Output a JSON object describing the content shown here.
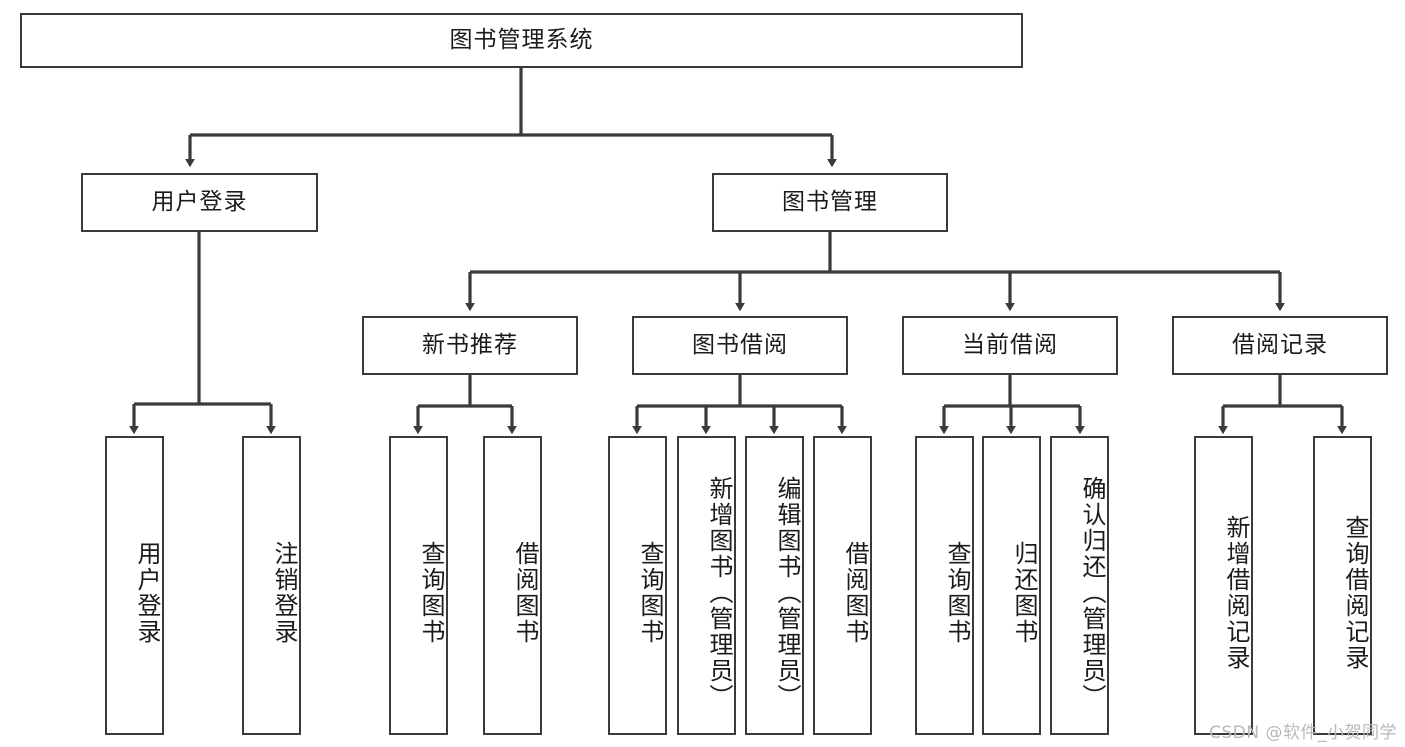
{
  "diagram": {
    "type": "tree-hierarchy",
    "title": "图书管理系统",
    "watermark": "CSDN @软件_小贺同学",
    "colors": {
      "box_border": "#3a3a3a",
      "box_fill": "#ffffff",
      "connector": "#3a3a3a",
      "text": "#1b1b1b",
      "watermark": "#b9b9b9"
    },
    "root": {
      "label": "图书管理系统"
    },
    "level2": [
      {
        "label": "用户登录"
      },
      {
        "label": "图书管理"
      }
    ],
    "level3": [
      {
        "label": "新书推荐"
      },
      {
        "label": "图书借阅"
      },
      {
        "label": "当前借阅"
      },
      {
        "label": "借阅记录"
      }
    ],
    "leaves": {
      "user_login": [
        {
          "label": "用户登录"
        },
        {
          "label": "注销登录"
        }
      ],
      "new_book_recommend": [
        {
          "label": "查询图书"
        },
        {
          "label": "借阅图书"
        }
      ],
      "book_borrow": [
        {
          "label": "查询图书"
        },
        {
          "label": "新增图书（管理员）"
        },
        {
          "label": "编辑图书（管理员）"
        },
        {
          "label": "借阅图书"
        }
      ],
      "current_borrow": [
        {
          "label": "查询图书"
        },
        {
          "label": "归还图书"
        },
        {
          "label": "确认归还（管理员）"
        }
      ],
      "borrow_record": [
        {
          "label": "新增借阅记录"
        },
        {
          "label": "查询借阅记录"
        }
      ]
    }
  }
}
